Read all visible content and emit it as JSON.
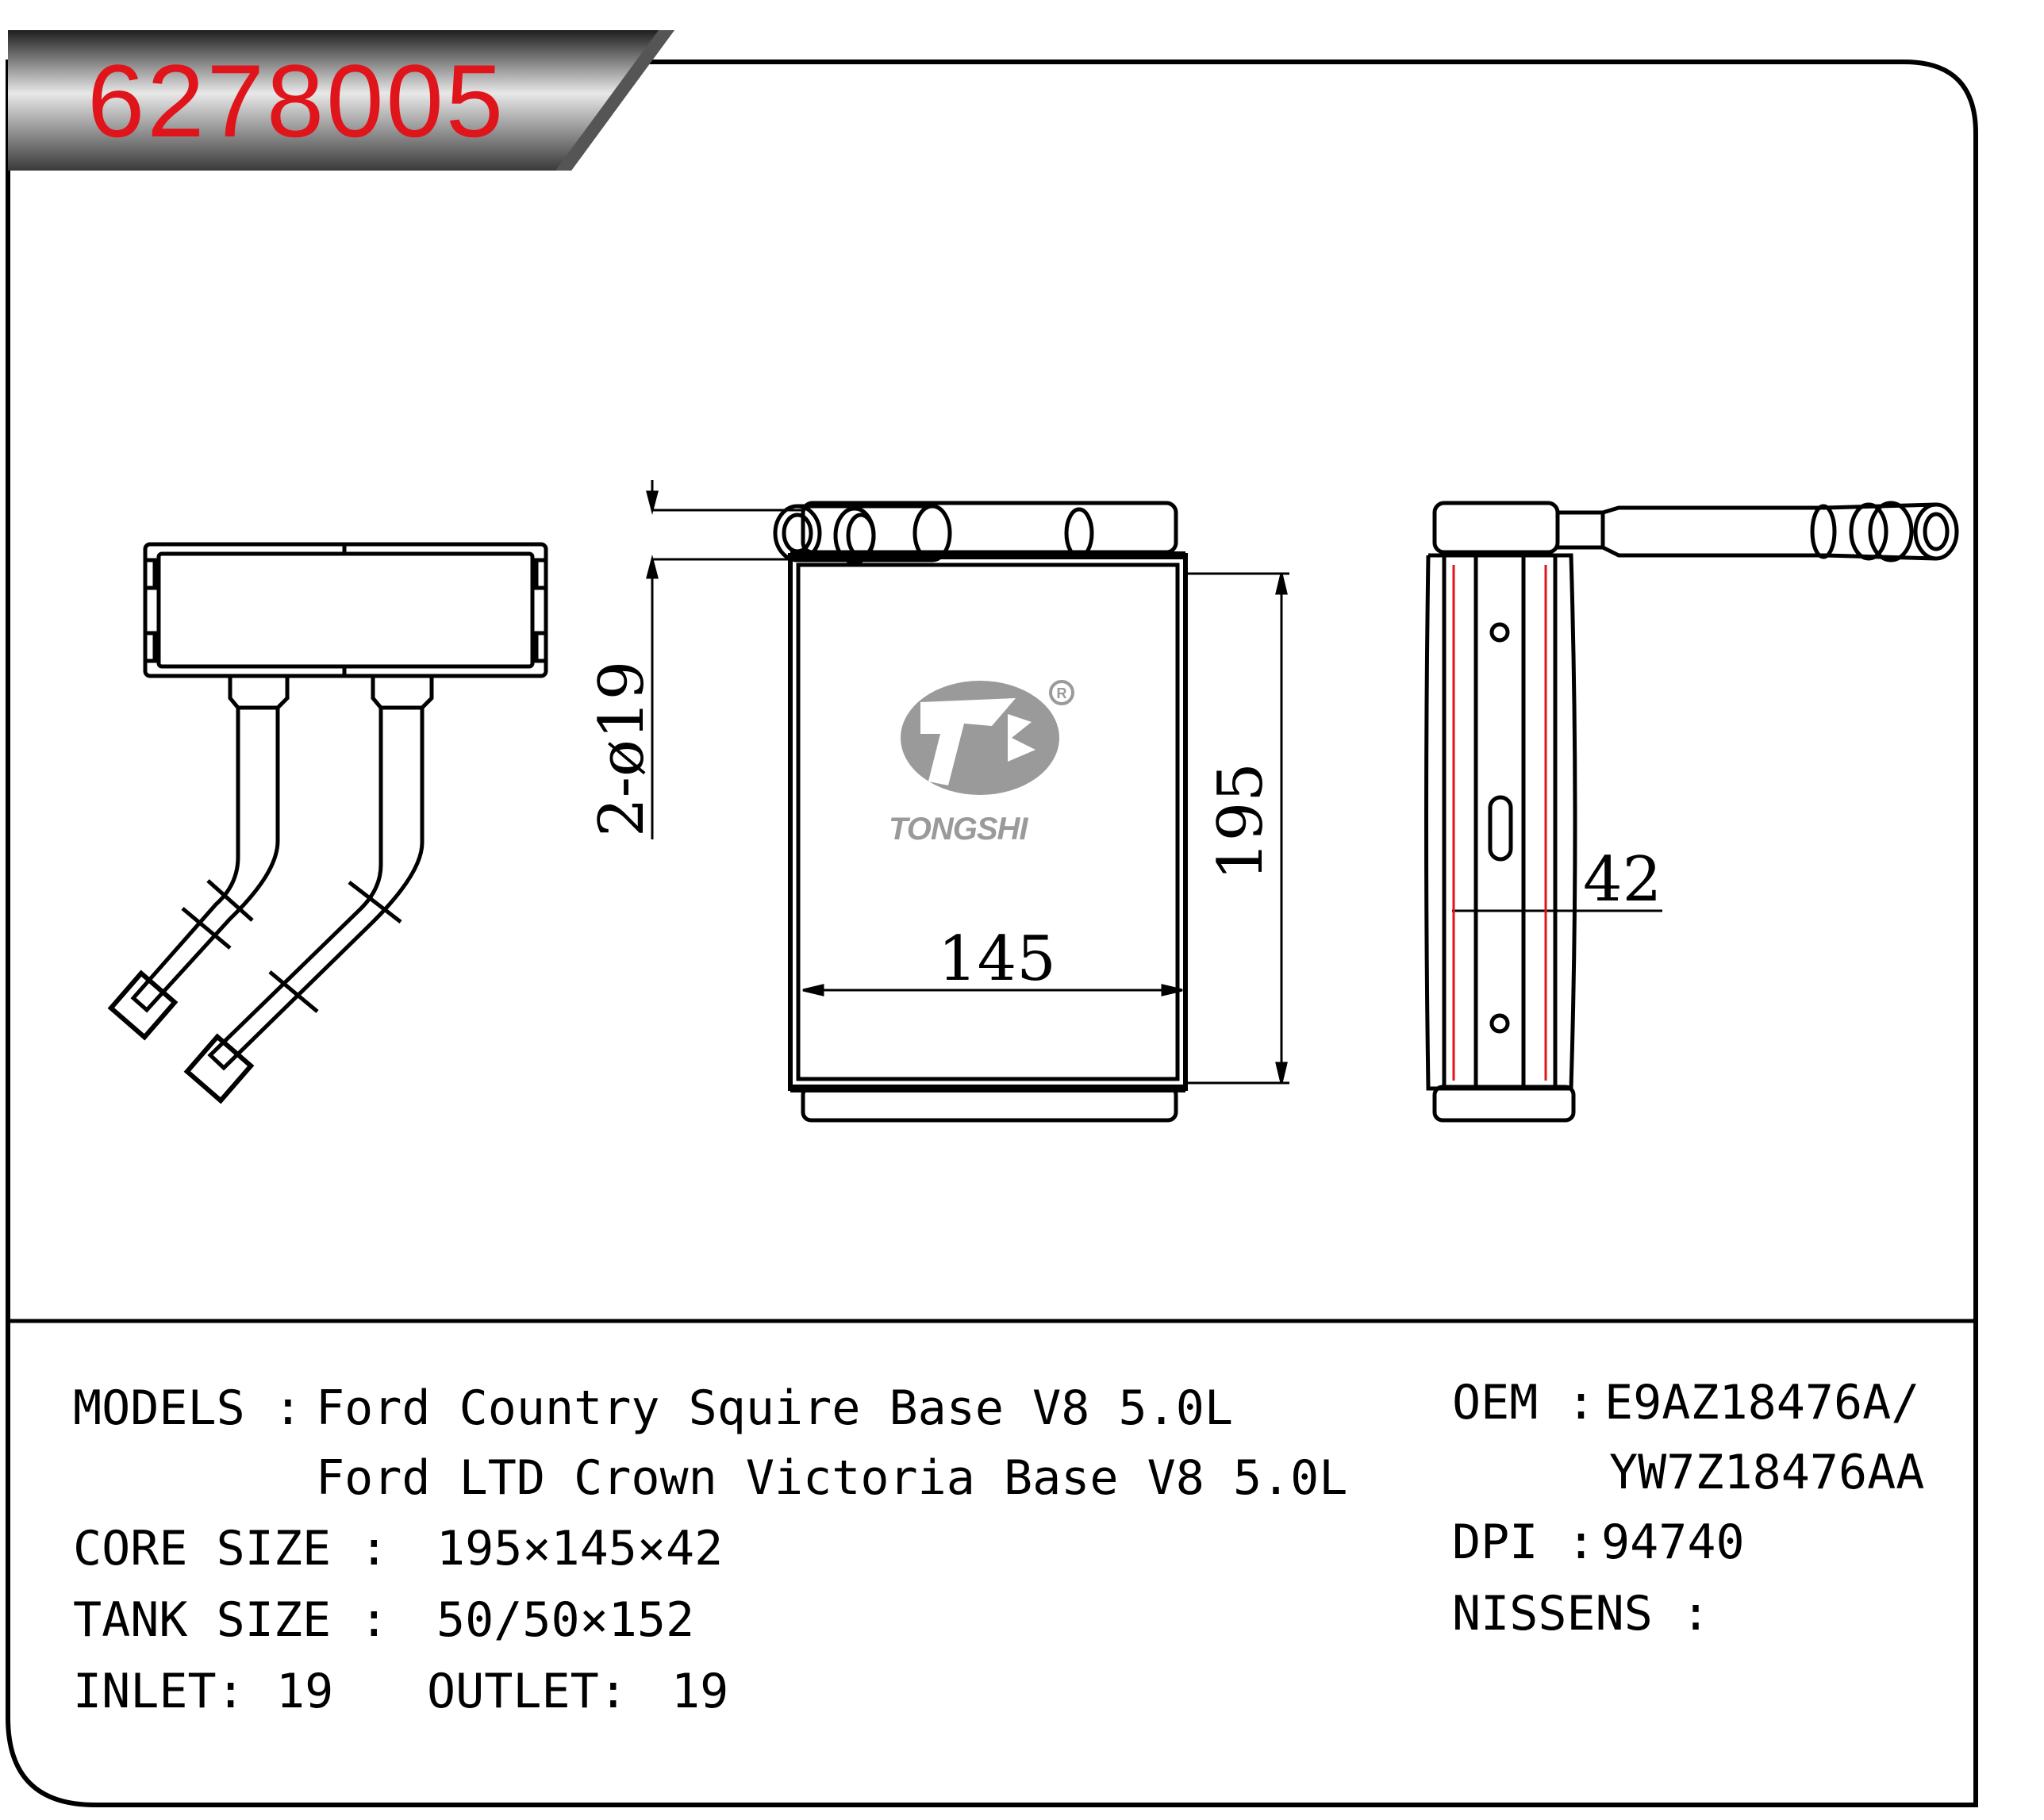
{
  "part_number": "6278005",
  "brand": "TONGSHI",
  "dimensions": {
    "inlet_label": "2-ø19",
    "height": "195",
    "width": "145",
    "depth": "42"
  },
  "specs": {
    "models_label": "MODELS :",
    "models": [
      "Ford Country Squire Base V8 5.0L",
      "Ford LTD Crown Victoria Base V8 5.0L"
    ],
    "core_size_label": "CORE SIZE :",
    "core_size": "195×145×42",
    "tank_size_label": "TANK SIZE :",
    "tank_size": "50/50×152",
    "inlet_label": "INLET:",
    "inlet": "19",
    "outlet_label": "OUTLET:",
    "outlet": "19",
    "oem_label": "OEM :",
    "oem": [
      "E9AZ18476A/",
      "YW7Z18476AA"
    ],
    "dpi_label": "DPI :",
    "dpi": "94740",
    "nissens_label": "NISSENS :",
    "nissens": ""
  },
  "colors": {
    "part_number": "#e0141b",
    "accent_red": "#e0141b",
    "logo_gray": "#9a9a9a",
    "banner_dark": "#2a2a2a"
  }
}
